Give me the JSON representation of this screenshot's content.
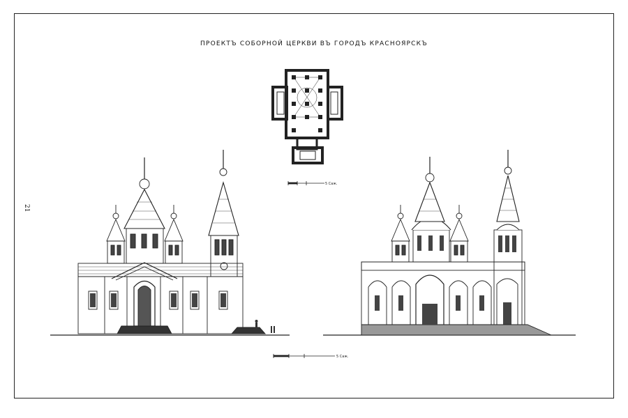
{
  "sheet": {
    "title": "ПРОЕКТЪ СОБОРНОЙ ЦЕРКВИ ВЪ ГОРОДЪ КРАСНОЯРСКЪ",
    "page_number": "21"
  },
  "scale_bars": {
    "plan_label": "5 Саж.",
    "elevation_label": "5 Саж."
  },
  "colors": {
    "ink": "#222222",
    "paper": "#ffffff",
    "hatch": "#555555"
  }
}
